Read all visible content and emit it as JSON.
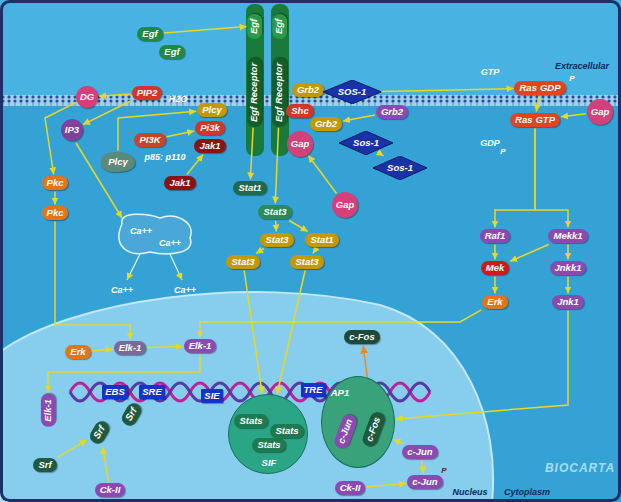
{
  "diagram": {
    "nodes": [
      {
        "text": [
          "Egf"
        ]
      },
      {
        "text": [
          "Egf"
        ]
      },
      {
        "text": [
          "Egf"
        ]
      },
      {
        "text": [
          "Egf"
        ]
      },
      {
        "text": [
          "Egf Receptor"
        ]
      },
      {
        "text": [
          "Egf Receptor"
        ]
      },
      {
        "text": [
          "DG"
        ]
      },
      {
        "text": [
          "PIP2"
        ]
      },
      {
        "text": [
          "Plcγ"
        ]
      },
      {
        "text": [
          "Pi3k"
        ]
      },
      {
        "text": [
          "PI3K"
        ]
      },
      {
        "text": [
          "Jak1"
        ]
      },
      {
        "text": [
          "IP3"
        ]
      },
      {
        "text": [
          "Plcγ"
        ]
      },
      {
        "text": [
          "Jak1"
        ]
      },
      {
        "text": [
          "Pkc"
        ]
      },
      {
        "text": [
          "Pkc"
        ]
      },
      {
        "text": [
          "Grb2"
        ]
      },
      {
        "text": [
          "SOS-1"
        ]
      },
      {
        "text": [
          "Shc"
        ]
      },
      {
        "text": [
          "Grb2"
        ]
      },
      {
        "text": [
          "Gap"
        ]
      },
      {
        "text": [
          "Sos-1"
        ]
      },
      {
        "text": [
          "Grb2"
        ]
      },
      {
        "text": [
          "Sos-1"
        ]
      },
      {
        "text": [
          "Gap"
        ]
      },
      {
        "text": [
          "Stat1"
        ]
      },
      {
        "text": [
          "Stat3"
        ]
      },
      {
        "text": [
          "Stat3"
        ]
      },
      {
        "text": [
          "Stat1"
        ]
      },
      {
        "text": [
          "Stat3"
        ]
      },
      {
        "text": [
          "Stat3"
        ]
      },
      {
        "text": [
          "Ras",
          "GDP"
        ]
      },
      {
        "text": [
          "Ras",
          "GTP"
        ]
      },
      {
        "text": [
          "Gap"
        ]
      },
      {
        "text": [
          "Raf1"
        ]
      },
      {
        "text": [
          "Mekk1"
        ]
      },
      {
        "text": [
          "Mek"
        ]
      },
      {
        "text": [
          "Jnkk1"
        ]
      },
      {
        "text": [
          "Erk"
        ]
      },
      {
        "text": [
          "Jnk1"
        ]
      },
      {
        "text": [
          "Erk"
        ]
      },
      {
        "text": [
          "Elk-1"
        ]
      },
      {
        "text": [
          "Elk-1"
        ]
      },
      {
        "text": [
          "c-Fos"
        ]
      },
      {
        "text": [
          "EBS"
        ]
      },
      {
        "text": [
          "SRE"
        ]
      },
      {
        "text": [
          "SIE"
        ]
      },
      {
        "text": [
          "TRE"
        ]
      },
      {
        "text": [
          "Elk-1"
        ]
      },
      {
        "text": [
          "Srf"
        ]
      },
      {
        "text": [
          "Srf"
        ]
      },
      {
        "text": [
          "SIF"
        ]
      },
      {
        "text": [
          "Stats"
        ],
        "in": 52
      },
      {
        "text": [
          "Stats"
        ],
        "in": 52
      },
      {
        "text": [
          "Stats"
        ],
        "in": 52
      },
      {
        "text": [
          "AP1"
        ]
      },
      {
        "text": [
          "c-Jun"
        ],
        "in": 56
      },
      {
        "text": [
          "c-Fos"
        ],
        "in": 56
      },
      {
        "text": [
          "c-Jun"
        ]
      },
      {
        "text": [
          "c-Jun"
        ]
      },
      {
        "text": [
          "Srf"
        ]
      },
      {
        "text": [
          "Ck-II"
        ]
      },
      {
        "text": [
          "Ck-II"
        ]
      }
    ],
    "edges": [
      {
        "from": 0,
        "to": 2,
        "arrow": "to"
      },
      {
        "from": 7,
        "to": 6,
        "arrow": "to"
      },
      {
        "from": 7,
        "to": 12,
        "arrow": "to"
      },
      {
        "from": 6,
        "to": 15,
        "arrow": "to"
      },
      {
        "from": 15,
        "to": 16,
        "arrow": "to"
      },
      {
        "from": 16,
        "to": 42,
        "arrow": "to"
      },
      {
        "from": 13,
        "to": 8,
        "arrow": "to"
      },
      {
        "from": 10,
        "to": 9,
        "arrow": "to"
      },
      {
        "from": 14,
        "to": 11,
        "arrow": "to"
      },
      {
        "from": 23,
        "to": 20,
        "arrow": "to"
      },
      {
        "from": 24,
        "to": 22,
        "arrow": "to"
      },
      {
        "from": 25,
        "to": 21,
        "arrow": "to"
      },
      {
        "from": 18,
        "to": 32,
        "arrow": "to"
      },
      {
        "from": 32,
        "to": 33,
        "arrow": "to"
      },
      {
        "from": 34,
        "to": 33,
        "arrow": "to"
      },
      {
        "from": 33,
        "to": 35,
        "arrow": "to"
      },
      {
        "from": 33,
        "to": 36,
        "arrow": "to"
      },
      {
        "from": 35,
        "to": 37,
        "arrow": "to"
      },
      {
        "from": 37,
        "to": 39,
        "arrow": "to"
      },
      {
        "from": 36,
        "to": 38,
        "arrow": "to"
      },
      {
        "from": 38,
        "to": 40,
        "arrow": "to"
      },
      {
        "from": 36,
        "to": 37,
        "arrow": "to"
      },
      {
        "from": 39,
        "to": 43,
        "arrow": "to"
      },
      {
        "from": 41,
        "to": 42,
        "arrow": "to"
      },
      {
        "from": 42,
        "to": 43,
        "arrow": "to"
      },
      {
        "from": 43,
        "to": 49,
        "arrow": "to"
      },
      {
        "from": 4,
        "to": 26,
        "arrow": "to"
      },
      {
        "from": 5,
        "to": 27,
        "arrow": "to"
      },
      {
        "from": 27,
        "to": 28,
        "arrow": "to"
      },
      {
        "from": 28,
        "to": 30,
        "arrow": "to"
      },
      {
        "from": 29,
        "to": 31,
        "arrow": "to"
      },
      {
        "from": 27,
        "to": 29,
        "arrow": "to"
      },
      {
        "from": 30,
        "to": 52,
        "arrow": "to"
      },
      {
        "from": 31,
        "to": 52,
        "arrow": "to"
      },
      {
        "from": 40,
        "to": 56,
        "arrow": "to"
      },
      {
        "from": 59,
        "to": 56,
        "arrow": "to"
      },
      {
        "from": 58,
        "to": 44,
        "arrow": "to"
      },
      {
        "from": 59,
        "to": 60,
        "arrow": "to"
      },
      {
        "from": 63,
        "to": 60,
        "arrow": "to"
      },
      {
        "from": 61,
        "to": 50,
        "arrow": "to"
      },
      {
        "from": 62,
        "to": 50,
        "arrow": "to"
      }
    ],
    "labels": [
      "Extracellular",
      "H2O",
      "p85: p110",
      "Ca++",
      "Ca++",
      "Ca++",
      "Ca++",
      "GTP",
      "GDP",
      "P",
      "P",
      "P",
      "Nucleus",
      "Cytoplasm",
      "BIOCARTA"
    ]
  }
}
